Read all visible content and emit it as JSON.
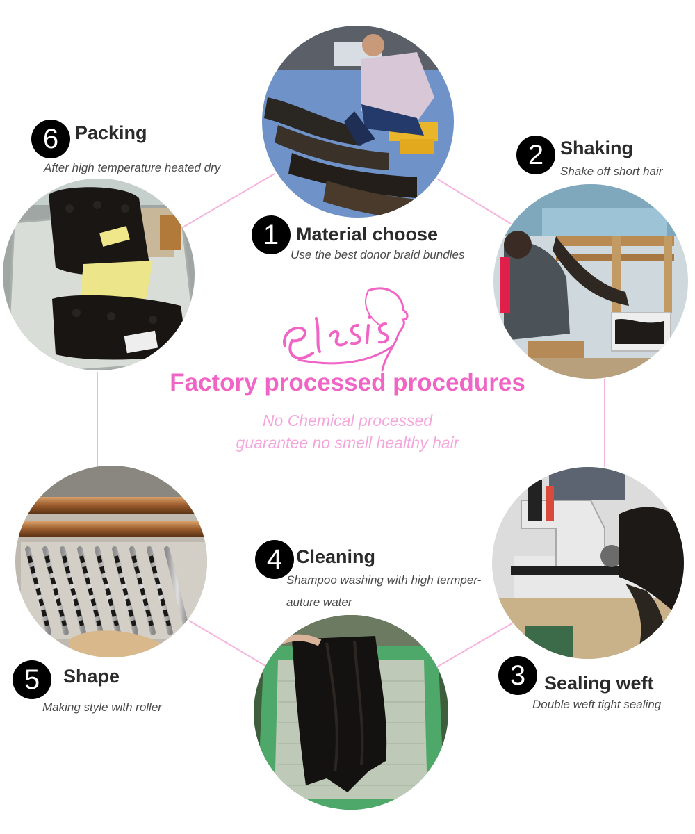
{
  "brand": {
    "logo_text": "elesis",
    "color": "#f064c6"
  },
  "center": {
    "title": "Factory processed procedures",
    "subtitle_line1": "No Chemical processed",
    "subtitle_line2": "guarantee no smell healthy hair"
  },
  "colors": {
    "title_pink": "#f064c6",
    "subtitle_pink": "#f4a6dc",
    "connector_pink": "#f6b4dd",
    "badge_black": "#000000"
  },
  "steps": [
    {
      "number": "1",
      "title": "Material choose",
      "description": "Use the best donor braid bundles",
      "photo": "worker-sorting-hair-bundles"
    },
    {
      "number": "2",
      "title": "Shaking",
      "description": "Shake off short hair",
      "photo": "worker-at-hair-hackle-frame"
    },
    {
      "number": "3",
      "title": "Sealing weft",
      "description": "Double weft tight sealing",
      "photo": "sewing-machine-with-hair-weft"
    },
    {
      "number": "4",
      "title": "Cleaning",
      "description_line1": "Shampoo washing  with high termper-",
      "description_line2": "auture water",
      "photo": "hair-washing-in-basin"
    },
    {
      "number": "5",
      "title": "Shape",
      "description": "Making style with  roller",
      "photo": "hair-on-rollers"
    },
    {
      "number": "6",
      "title": "Packing",
      "description": "After high temperature  heated dry",
      "photo": "curly-hair-bundles-drying"
    }
  ]
}
